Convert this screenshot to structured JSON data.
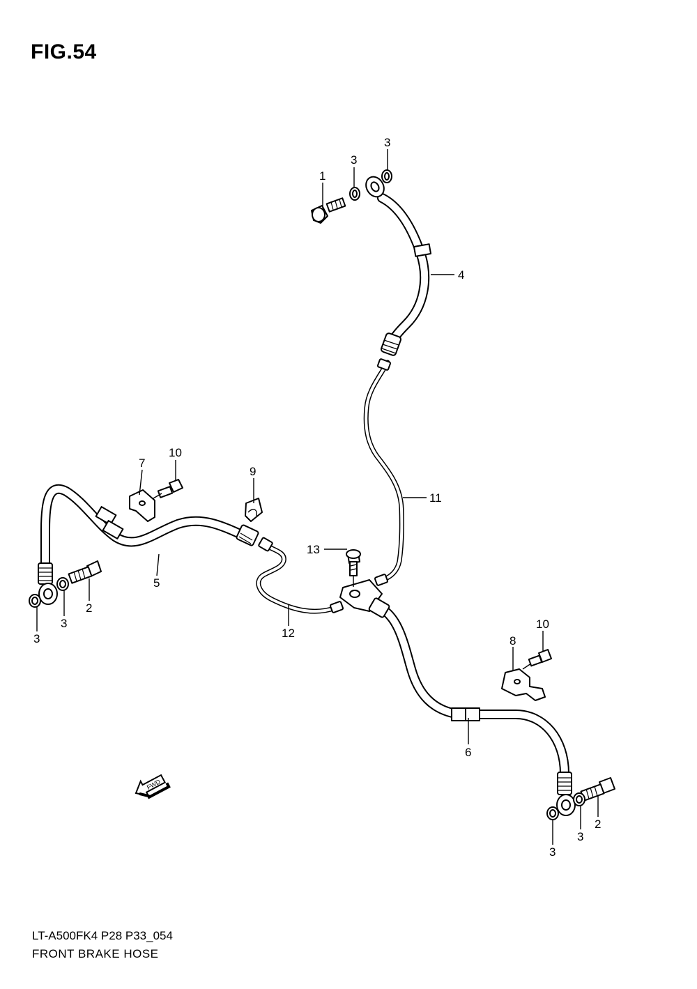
{
  "figure": {
    "title": "FIG.54",
    "model_code": "LT-A500FK4 P28 P33_054",
    "caption": "FRONT BRAKE  HOSE"
  },
  "callouts": {
    "c1": "1",
    "c2_left": "2",
    "c2_right": "2",
    "c3_top_a": "3",
    "c3_top_b": "3",
    "c3_left_a": "3",
    "c3_left_b": "3",
    "c3_right_a": "3",
    "c3_right_b": "3",
    "c4": "4",
    "c5": "5",
    "c6": "6",
    "c7": "7",
    "c8": "8",
    "c9": "9",
    "c10_left": "10",
    "c10_right": "10",
    "c11": "11",
    "c12": "12",
    "c13": "13"
  },
  "fwd_marker": {
    "text": "FWD"
  }
}
